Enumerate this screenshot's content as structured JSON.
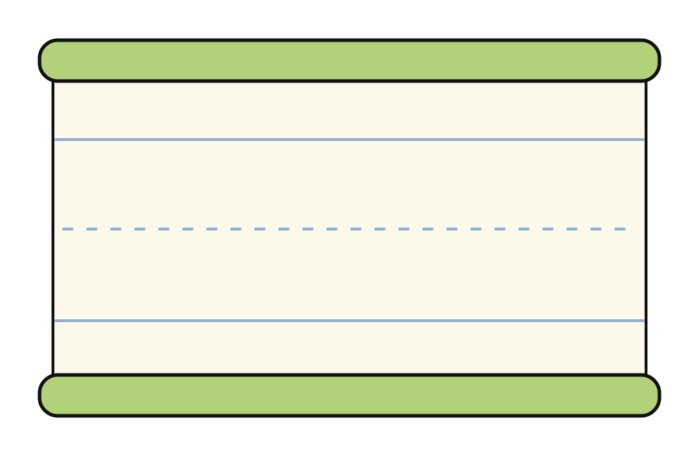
{
  "colors": {
    "background": "#ffffff",
    "paper": "#fdf9ea",
    "outline": "#111111",
    "bar": "#b2d27a",
    "rule_line": "#8fb0cf"
  },
  "illustration": {
    "kind": "handwriting-practice-paper",
    "top_bar_visible": true,
    "bottom_bar_visible": true,
    "solid_rule_count": 2,
    "dashed_rule_count": 1
  }
}
